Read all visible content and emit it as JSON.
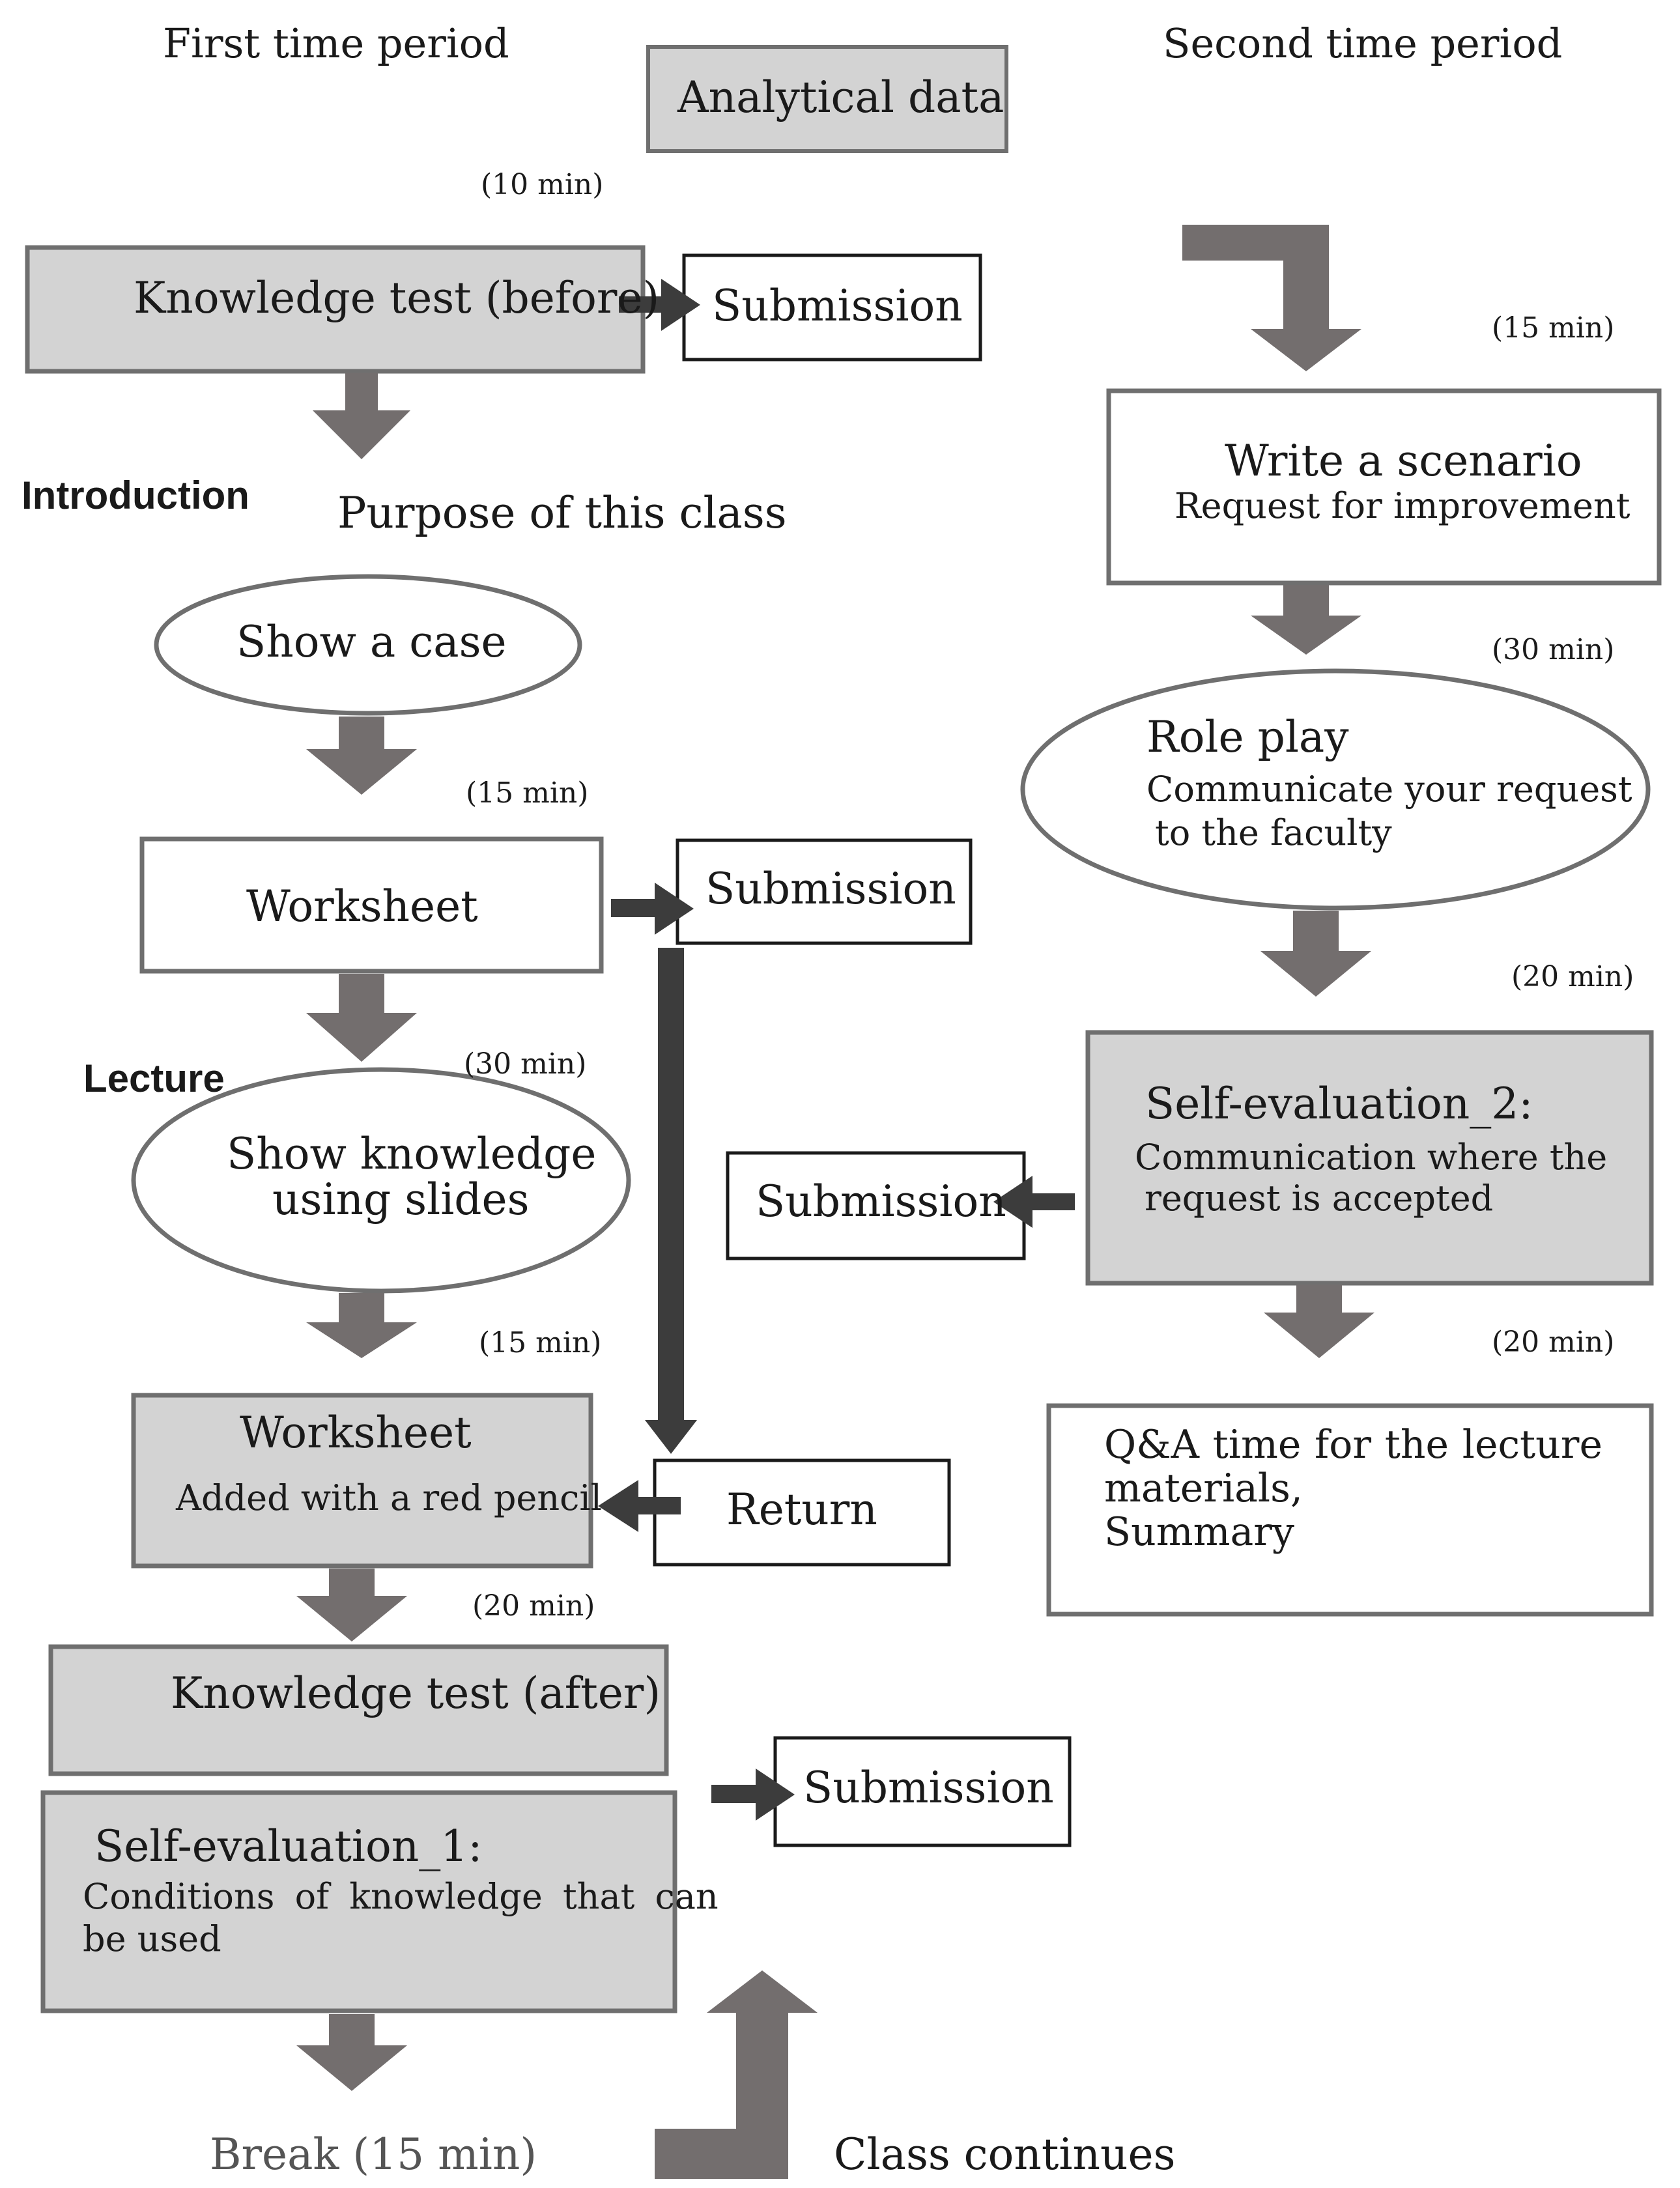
{
  "headers": {
    "first_period": "First time period",
    "second_period": "Second time period",
    "analytical_data": "Analytical data"
  },
  "section_labels": {
    "introduction": "Introduction",
    "purpose": "Purpose of this class",
    "lecture": "Lecture"
  },
  "times": {
    "t1": "(10 min)",
    "t2": "(15 min)",
    "t3": "(30 min)",
    "t4": "(15 min)",
    "t5": "(20 min)",
    "r1": "(15 min)",
    "r2": "(30 min)",
    "r3": "(20 min)",
    "r4": "(20 min)"
  },
  "left_nodes": {
    "knowledge_before": "Knowledge test (before)",
    "show_case": "Show a case",
    "worksheet": "Worksheet",
    "show_knowledge_1": "Show knowledge",
    "show_knowledge_2": "using slides",
    "worksheet_red_title": "Worksheet",
    "worksheet_red_sub": "Added with a red pencil",
    "knowledge_after": "Knowledge test (after)",
    "self_eval1_title": "Self-evaluation_1:",
    "self_eval1_sub1": "Conditions of knowledge that can",
    "self_eval1_sub2": "be used",
    "break": "Break (15 min)"
  },
  "middle_nodes": {
    "submission_1": "Submission",
    "submission_2": "Submission",
    "submission_3": "Submission",
    "submission_4": "Submission",
    "return": "Return",
    "class_continues": "Class continues"
  },
  "right_nodes": {
    "scenario_title": "Write a scenario",
    "scenario_sub": "Request for improvement",
    "role_play_title": "Role play",
    "role_play_sub1": "Communicate your request",
    "role_play_sub2": "to the faculty",
    "self_eval2_title": "Self-evaluation_2:",
    "self_eval2_sub1": "Communication where the",
    "self_eval2_sub2": "request is accepted",
    "qa_line1": "Q&A time for the lecture",
    "qa_line2": "materials,",
    "qa_line3": "Summary"
  },
  "colors": {
    "box_fill_grey": "#d3d3d3",
    "box_border": "#6f6f6f",
    "arrow_grey": "#736e6e",
    "arrow_dark": "#3c3c3c"
  }
}
